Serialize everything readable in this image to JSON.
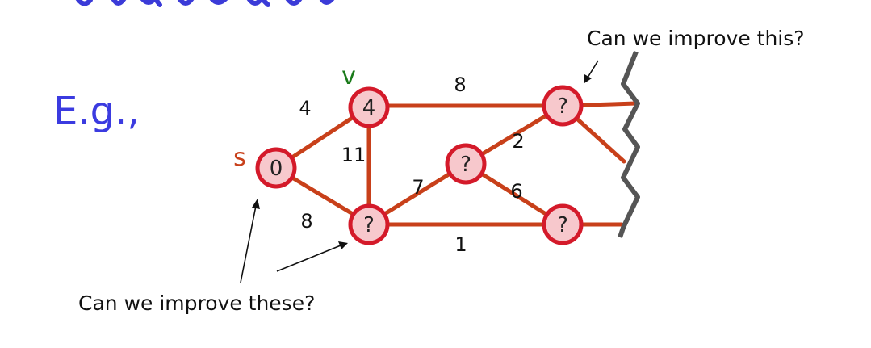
{
  "slide": {
    "example_label": "E.g.,",
    "annotation_top": "Can we improve this?",
    "annotation_bottom": "Can we improve these?"
  },
  "graph": {
    "source_label": "s",
    "vertex_label": "v",
    "nodes": [
      {
        "id": "s",
        "value": "0"
      },
      {
        "id": "v",
        "value": "4"
      },
      {
        "id": "bottom-left",
        "value": "?"
      },
      {
        "id": "middle",
        "value": "?"
      },
      {
        "id": "top-right",
        "value": "?"
      },
      {
        "id": "bottom-right",
        "value": "?"
      }
    ],
    "edges": [
      {
        "id": "s-v",
        "weight": "4"
      },
      {
        "id": "s-bottom-left",
        "weight": "8"
      },
      {
        "id": "v-bottom-left",
        "weight": "11"
      },
      {
        "id": "v-top-right",
        "weight": "8"
      },
      {
        "id": "bottom-left-middle",
        "weight": "7"
      },
      {
        "id": "bottom-left-bottom-right",
        "weight": "1"
      },
      {
        "id": "middle-top-right",
        "weight": "2"
      },
      {
        "id": "middle-bottom-right",
        "weight": "6"
      }
    ],
    "colors": {
      "edge": "#c8401a",
      "node_fill": "#f7c8cc",
      "node_stroke": "#d41a2a",
      "source_label": "#c8401a",
      "vertex_label": "#1a7a1a",
      "example_label": "#3b3be0",
      "cut_line": "#555555"
    }
  }
}
